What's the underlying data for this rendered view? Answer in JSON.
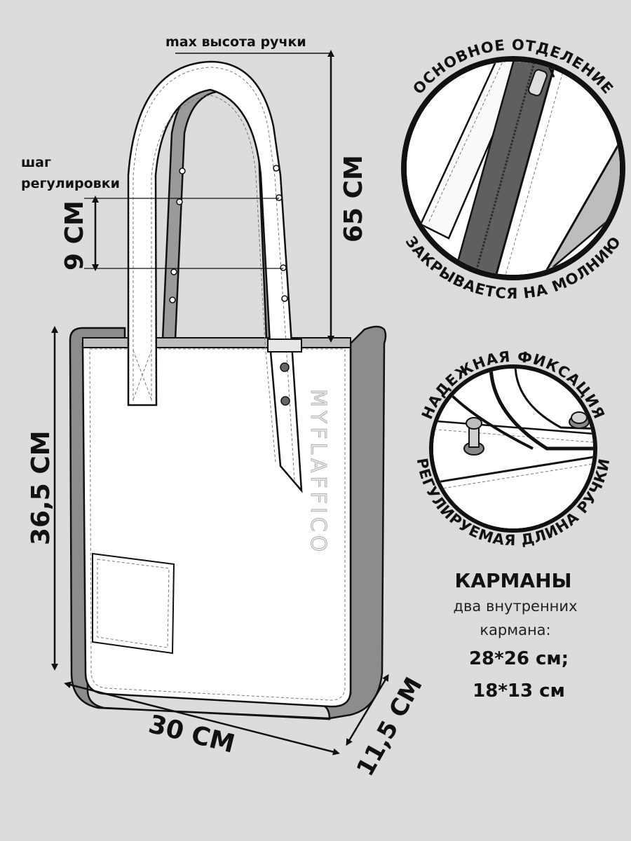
{
  "labels": {
    "max_handle_height": "max высота ручки",
    "adjust_step_line1": "шаг",
    "adjust_step_line2": "регулировки"
  },
  "dimensions": {
    "handle_height": "65 СМ",
    "adjust_step": "9 СМ",
    "bag_height": "36,5 СМ",
    "bag_width": "30 СМ",
    "bag_depth": "11,5 СМ"
  },
  "brand": "MYFLAFFICO",
  "callouts": {
    "zipper_top": "ОСНОВНОЕ ОТДЕЛЕНИЕ",
    "zipper_bottom": "ЗАКРЫВАЕТСЯ НА МОЛНИЮ",
    "fixation_top": "НАДЕЖНАЯ ФИКСАЦИЯ",
    "fixation_bottom": "РЕГУЛИРУЕМАЯ ДЛИНА РУЧКИ"
  },
  "pockets": {
    "title": "КАРМАНЫ",
    "line1": "два внутренних",
    "line2": "кармана:",
    "size1": "28*26 см;",
    "size2": "18*13 см"
  },
  "colors": {
    "background": "#dcdcdc",
    "outline": "#111111",
    "bag_fill": "#ffffff",
    "bag_edge": "#8c8c8c",
    "zipper": "#5f5f5f"
  }
}
